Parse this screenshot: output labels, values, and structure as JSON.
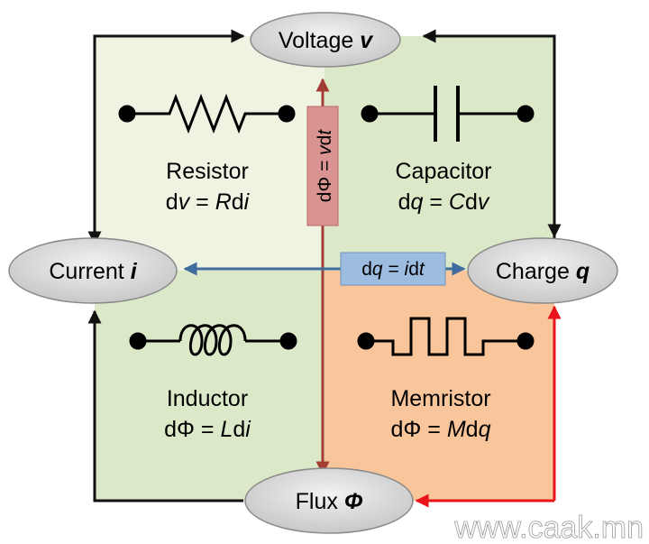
{
  "nodes": {
    "voltage": {
      "label": "Voltage",
      "symbol": "v"
    },
    "current": {
      "label": "Current",
      "symbol": "i"
    },
    "charge": {
      "label": "Charge",
      "symbol": "q"
    },
    "flux": {
      "label": "Flux",
      "symbol": "Φ"
    }
  },
  "elements": {
    "resistor": {
      "name": "Resistor",
      "eq": [
        "d",
        "v",
        " = ",
        "R",
        "d",
        "i"
      ]
    },
    "capacitor": {
      "name": "Capacitor",
      "eq": [
        "d",
        "q",
        " = ",
        "C",
        "d",
        "v"
      ]
    },
    "inductor": {
      "name": "Inductor",
      "eq": [
        "dΦ = ",
        "L",
        "d",
        "i"
      ]
    },
    "memristor": {
      "name": "Memristor",
      "eq": [
        "dΦ = ",
        "M",
        "d",
        "q"
      ]
    }
  },
  "relations": {
    "flux_voltage": [
      "dΦ = ",
      "v",
      "d",
      "t"
    ],
    "charge_current": [
      "d",
      "q",
      " = ",
      "i",
      "d",
      "t"
    ]
  },
  "watermark": "www.caak.mn",
  "colors": {
    "quadrant_light_green": "#eef3e2",
    "quadrant_green": "#dbe9c8",
    "quadrant_orange": "#f9c59a",
    "node_fill": "#d6d6d6",
    "flux_voltage_box": "#d99491",
    "flux_voltage_arrow": "#a33d33",
    "charge_current_box": "#9cbce0",
    "charge_current_arrow": "#3f6c9e",
    "memristor_arrow": "#e8141a",
    "outer_arrow": "#111111"
  }
}
